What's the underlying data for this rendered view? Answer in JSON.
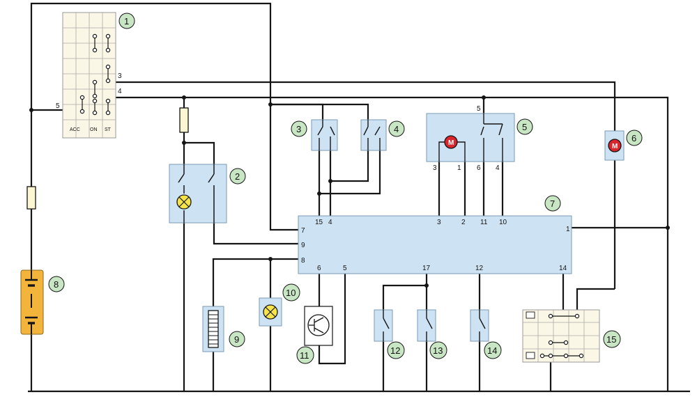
{
  "colors": {
    "wire": "#151515",
    "module_fill": "#cde3f4",
    "badge_fill": "#c8e6c4",
    "battery_fill": "#f2b43a",
    "lamp_fill": "#f7e34a",
    "motor_fill": "#d8262c",
    "grid_fill": "#fbf7e6",
    "fuse_fill": "#fdf6d2"
  },
  "components": [
    {
      "id": "1"
    },
    {
      "id": "2"
    },
    {
      "id": "3"
    },
    {
      "id": "4"
    },
    {
      "id": "5"
    },
    {
      "id": "6"
    },
    {
      "id": "7"
    },
    {
      "id": "8"
    },
    {
      "id": "9"
    },
    {
      "id": "10"
    },
    {
      "id": "11"
    },
    {
      "id": "12"
    },
    {
      "id": "13"
    },
    {
      "id": "14"
    },
    {
      "id": "15"
    }
  ],
  "ignition_switch": {
    "positions": [
      "ACC",
      "ON",
      "ST"
    ],
    "terminals": [
      "3",
      "4",
      "5"
    ]
  },
  "control_unit": {
    "left_pins": [
      "7",
      "9",
      "8"
    ],
    "top_pins": [
      "15",
      "4",
      "3",
      "2",
      "11",
      "10"
    ],
    "right_pins": [
      "1"
    ],
    "bottom_pins": [
      "6",
      "5",
      "17",
      "12",
      "14"
    ]
  },
  "motor_5": {
    "symbol": "M",
    "top_terminal": "5",
    "bottom_terminals": [
      "3",
      "1",
      "6",
      "4"
    ]
  },
  "motor_6": {
    "symbol": "M"
  }
}
